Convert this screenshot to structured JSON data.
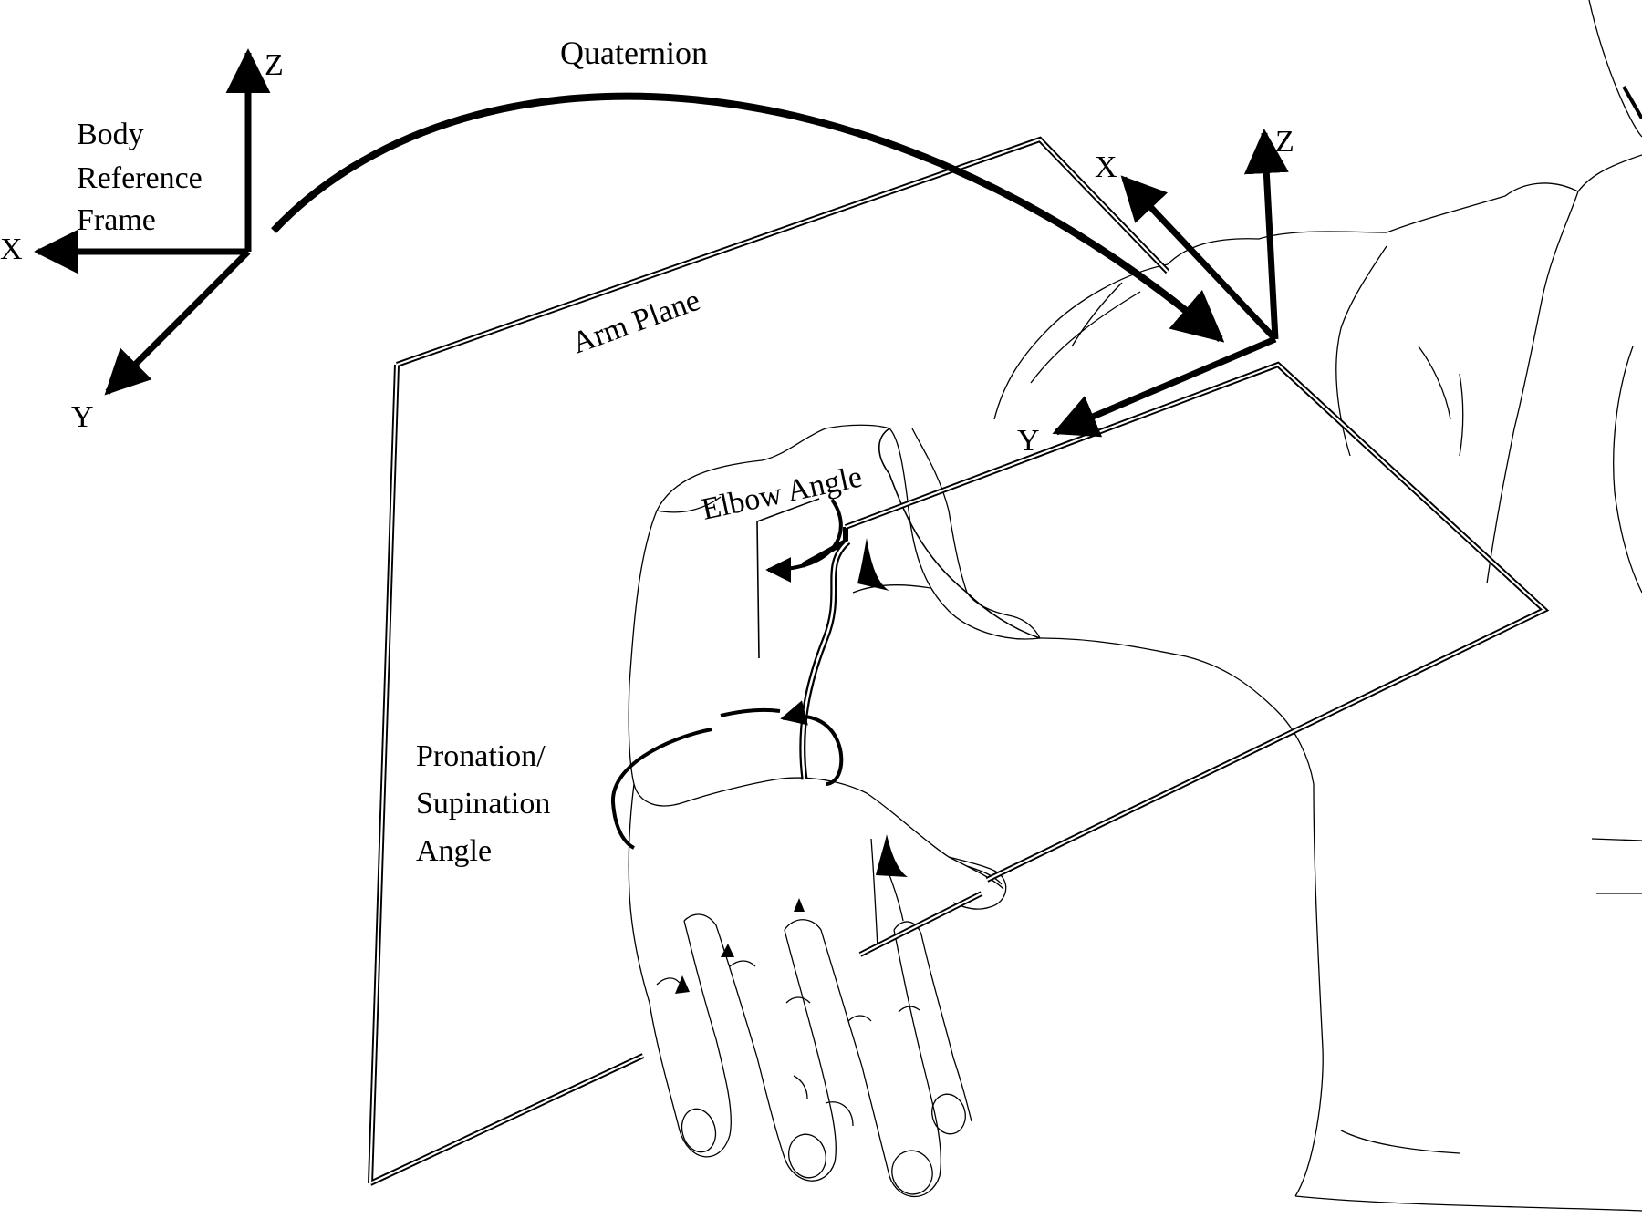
{
  "labels": {
    "quaternion": "Quaternion",
    "body_line1": "Body",
    "body_line2": "Reference",
    "body_line3": "Frame",
    "body_x": "X",
    "body_y": "Y",
    "body_z": "Z",
    "arm_x": "X",
    "arm_y": "Y",
    "arm_z": "Z",
    "arm_plane": "Arm Plane",
    "elbow_angle": "Elbow Angle",
    "pronation_line1": "Pronation/",
    "pronation_line2": "Supination",
    "pronation_line3": "Angle"
  },
  "colors": {
    "ink": "#000000",
    "background": "#ffffff"
  },
  "icons": {
    "arrow": "arrowhead",
    "angle_arc": "curved-arrow"
  }
}
